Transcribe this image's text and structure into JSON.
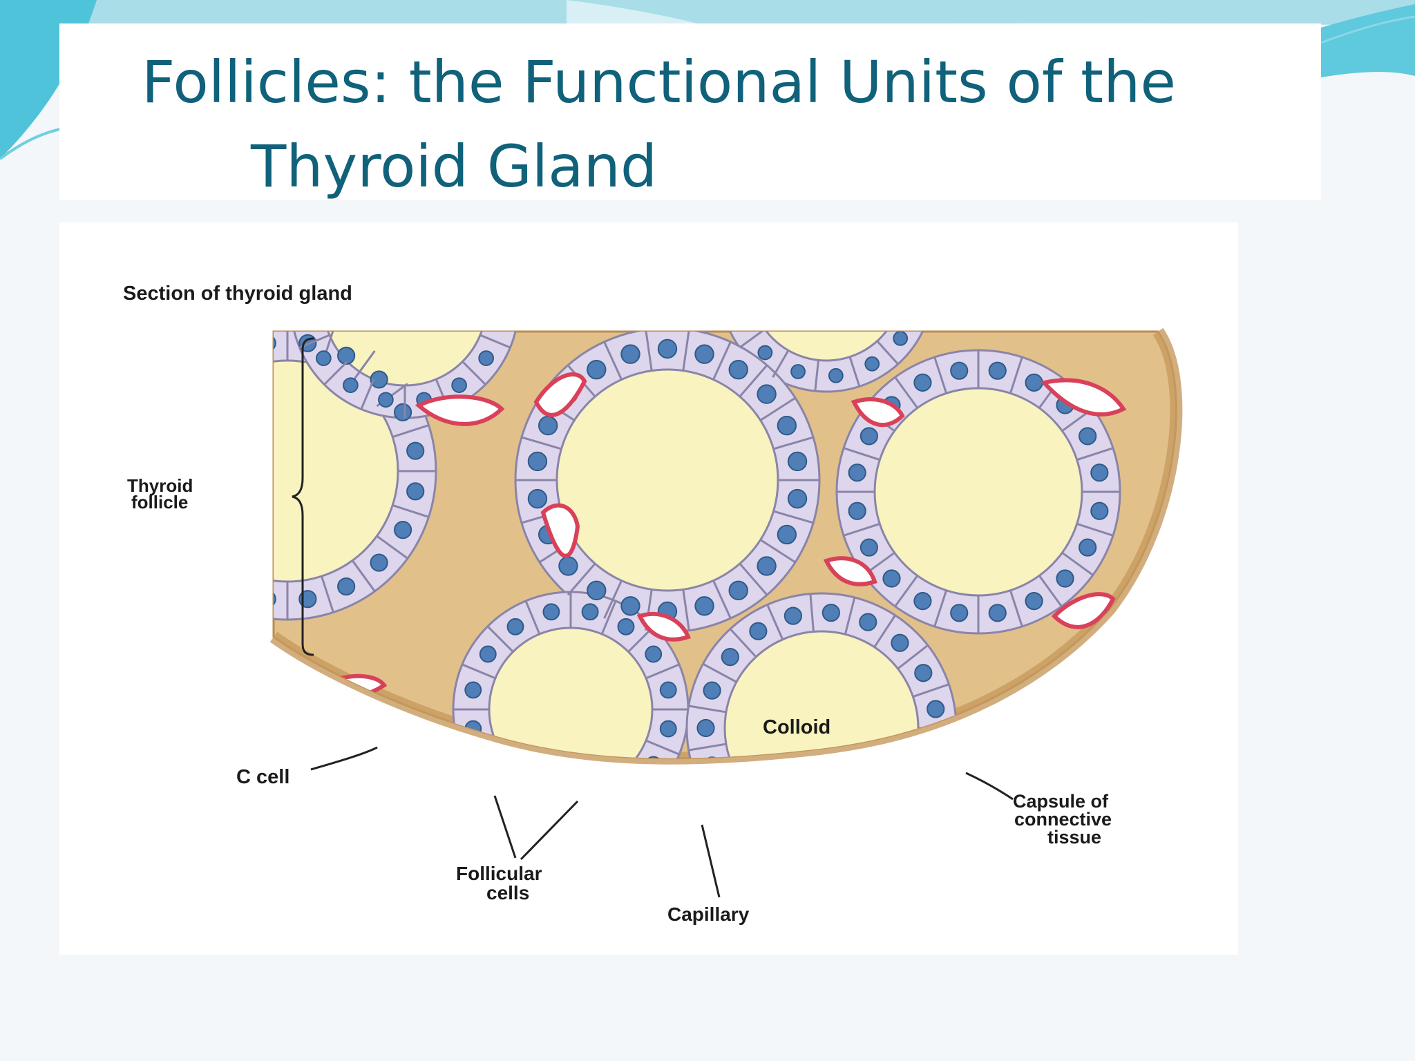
{
  "slide": {
    "title_line1": "Follicles: the Functional Units of the",
    "title_line2": "Thyroid Gland"
  },
  "diagram": {
    "caption": "Section of thyroid gland",
    "labels": {
      "thyroid_follicle_1": "Thyroid",
      "thyroid_follicle_2": "follicle",
      "c_cell": "C cell",
      "follicular_cells_1": "Follicular",
      "follicular_cells_2": "cells",
      "capillary": "Capillary",
      "colloid": "Colloid",
      "capsule_1": "Capsule of",
      "capsule_2": "connective",
      "capsule_3": "tissue"
    }
  },
  "colors": {
    "title": "#10617a",
    "accent_teal": "#4fc3d9",
    "colloid": "#f8f3bf",
    "follicular_cell": "#ddd6ec",
    "nucleus": "#4f7fb6",
    "connective_tissue": "#e2c08a",
    "capillary_wall": "#d9415a"
  }
}
